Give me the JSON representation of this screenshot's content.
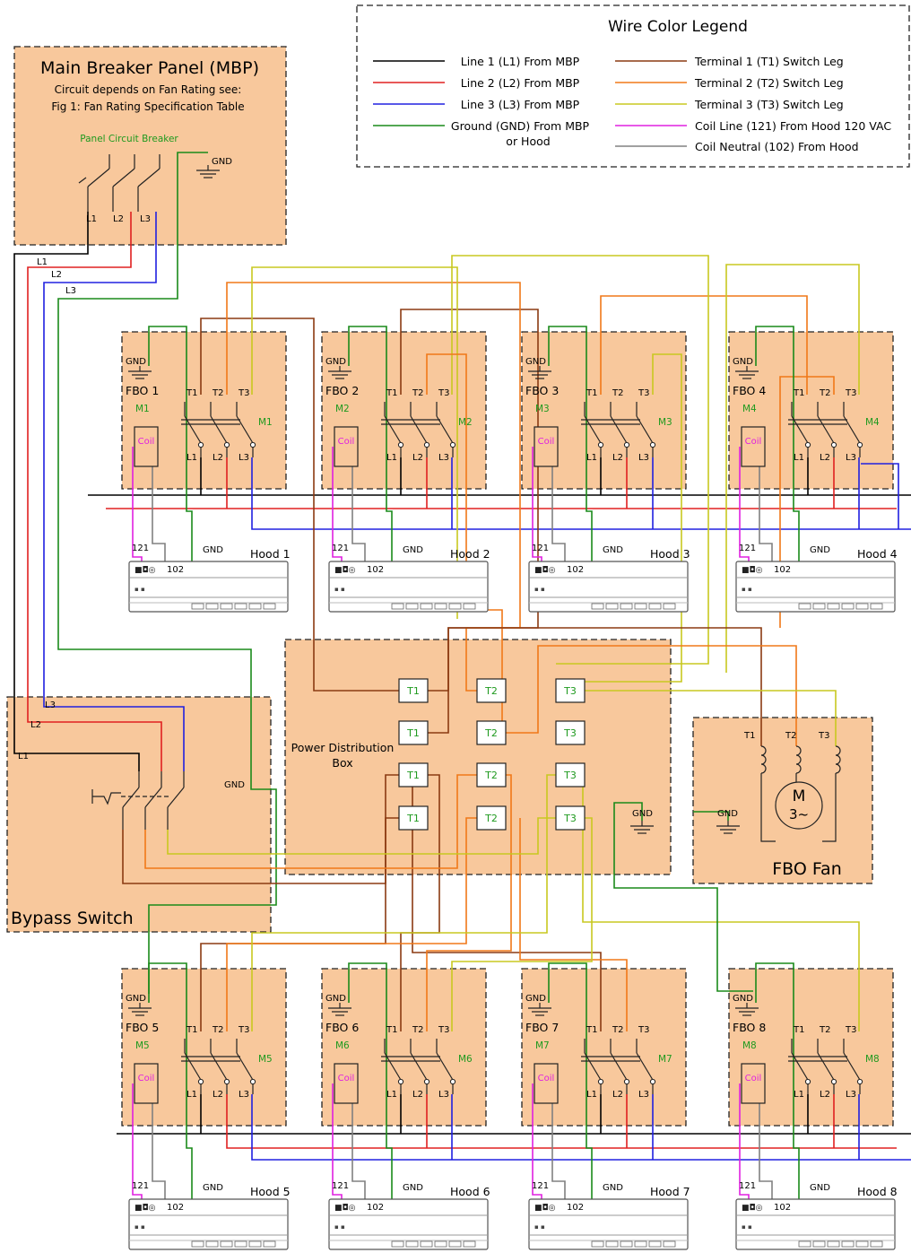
{
  "colors": {
    "L1": "#000000",
    "L2": "#e02020",
    "L3": "#2020e0",
    "GND": "#1a8a1a",
    "T1": "#8b3a12",
    "T2": "#f07818",
    "T3": "#c8c820",
    "coil": "#e020e0",
    "neutral": "#808080",
    "box": "#f8c89c",
    "label_green": "#1f9a1f"
  },
  "legend": {
    "title": "Wire Color Legend",
    "left": [
      {
        "key": "L1",
        "label": "Line 1 (L1) From MBP"
      },
      {
        "key": "L2",
        "label": "Line 2 (L2) From MBP"
      },
      {
        "key": "L3",
        "label": "Line 3 (L3) From MBP"
      },
      {
        "key": "GND",
        "label": "Ground (GND) From MBP",
        "label2": "or Hood"
      }
    ],
    "right": [
      {
        "key": "T1",
        "label": "Terminal 1 (T1) Switch Leg"
      },
      {
        "key": "T2",
        "label": "Terminal 2 (T2) Switch Leg"
      },
      {
        "key": "T3",
        "label": "Terminal 3 (T3) Switch Leg"
      },
      {
        "key": "coil",
        "label": "Coil Line (121) From Hood 120 VAC"
      },
      {
        "key": "neutral",
        "label": "Coil Neutral (102) From Hood"
      }
    ]
  },
  "mbp": {
    "title": "Main Breaker Panel (MBP)",
    "note1": "Circuit depends on Fan Rating see:",
    "note2": "Fig 1: Fan Rating Specification Table",
    "breaker": "Panel Circuit Breaker",
    "gnd": "GND",
    "l1": "L1",
    "l2": "L2",
    "l3": "L3"
  },
  "wire_labels": {
    "l1": "L1",
    "l2": "L2",
    "l3": "L3"
  },
  "fbo_units": [
    {
      "name": "FBO 1",
      "motor": "M1",
      "hood": "Hood 1"
    },
    {
      "name": "FBO 2",
      "motor": "M2",
      "hood": "Hood 2"
    },
    {
      "name": "FBO 3",
      "motor": "M3",
      "hood": "Hood 3"
    },
    {
      "name": "FBO 4",
      "motor": "M4",
      "hood": "Hood 4"
    },
    {
      "name": "FBO 5",
      "motor": "M5",
      "hood": "Hood 5"
    },
    {
      "name": "FBO 6",
      "motor": "M6",
      "hood": "Hood 6"
    },
    {
      "name": "FBO 7",
      "motor": "M7",
      "hood": "Hood 7"
    },
    {
      "name": "FBO 8",
      "motor": "M8",
      "hood": "Hood 8"
    }
  ],
  "fbo_labels": {
    "gnd": "GND",
    "t1": "T1",
    "t2": "T2",
    "t3": "T3",
    "l1": "L1",
    "l2": "L2",
    "l3": "L3",
    "coil": "Coil",
    "c121": "121",
    "c102": "102"
  },
  "pdb": {
    "title1": "Power Distribution",
    "title2": "Box",
    "gnd": "GND",
    "t1": "T1",
    "t2": "T2",
    "t3": "T3"
  },
  "fan": {
    "title": "FBO Fan",
    "gnd": "GND",
    "t1": "T1",
    "t2": "T2",
    "t3": "T3",
    "m": "M",
    "phase": "3~"
  },
  "bypass": {
    "title": "Bypass Switch",
    "gnd": "GND",
    "l1": "L1",
    "l2": "L2",
    "l3": "L3"
  }
}
